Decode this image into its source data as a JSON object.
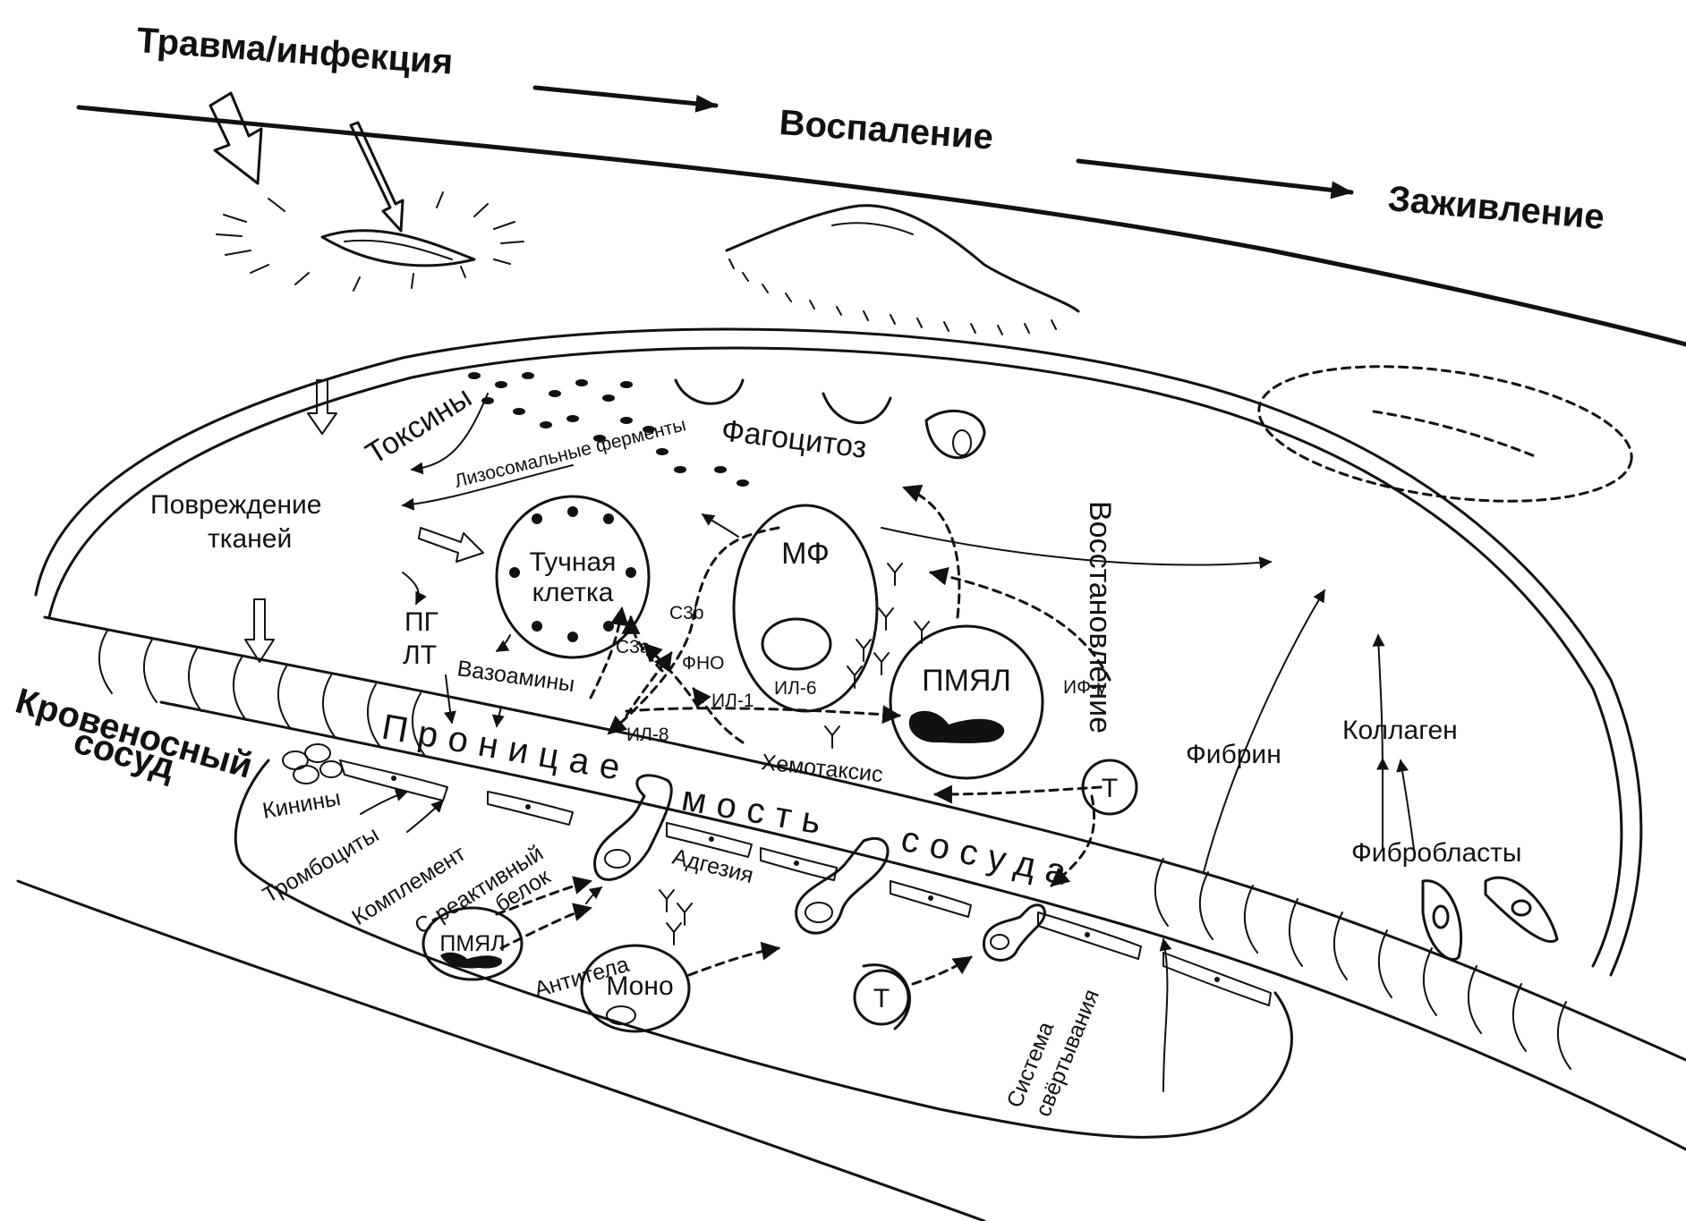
{
  "stages": {
    "trauma": "Травма/инфекция",
    "inflammation": "Воспаление",
    "healing": "Заживление"
  },
  "labels": {
    "toxins": "Токсины",
    "phagocytosis": "Фагоцитоз",
    "tissue_damage_1": "Повреждение",
    "tissue_damage_2": "тканей",
    "lysosomal_enzymes": "Лизосомальные ферменты",
    "mast_cell_1": "Тучная",
    "mast_cell_2": "клетка",
    "macrophage": "МФ",
    "restoration": "Восстановление",
    "pg": "ПГ",
    "lt": "ЛТ",
    "vasoamines": "Вазоамины",
    "c3b": "C3b",
    "c3a": "C3a",
    "tnf": "ФНО",
    "il1": "ИЛ-1",
    "il6": "ИЛ-6",
    "il8": "ИЛ-8",
    "pmn_large": "ПМЯЛ",
    "ifn_gamma": "ИФ-γ",
    "chemotaxis": "Хемотаксис",
    "t_cell": "T",
    "blood_vessel_1": "Кровеносный",
    "blood_vessel_2": "сосуд",
    "permeability_1": "Проницае",
    "permeability_2": "мость",
    "permeability_3": "сосуда",
    "kinins": "Кинины",
    "platelets": "Тромбоциты",
    "complement": "Комплемент",
    "crp_1": "С-реактивный",
    "crp_2": "белок",
    "adhesion": "Адгезия",
    "pmn_small": "ПМЯЛ",
    "antibodies": "Антитела",
    "mono": "Моно",
    "coagulation_1": "Система",
    "coagulation_2": "свёртывания",
    "fibrin": "Фибрин",
    "collagen": "Коллаген",
    "fibroblasts": "Фибробласты"
  }
}
